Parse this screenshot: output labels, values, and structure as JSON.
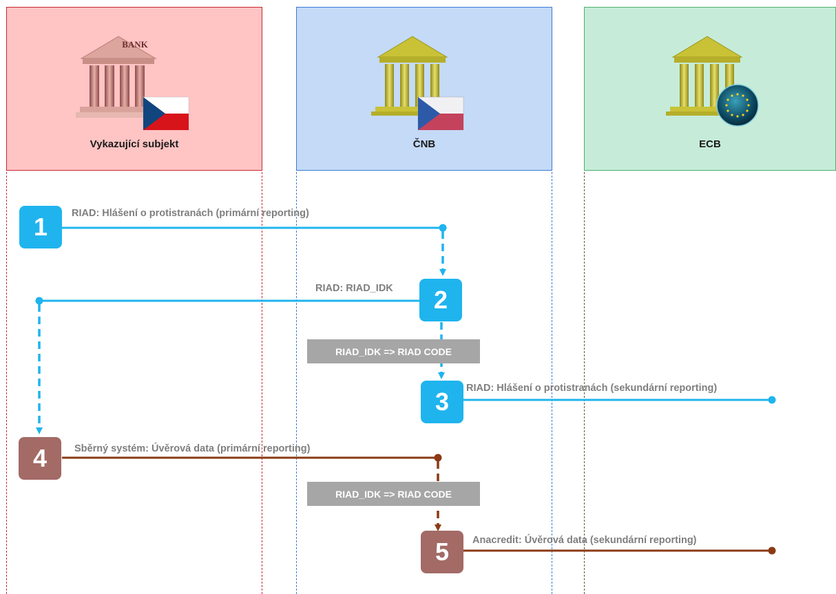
{
  "colors": {
    "riad_blue": "#1fb4ee",
    "credit_brown": "#8b3a14",
    "badge_brown": "#a36a66",
    "bank_panel_bg": "#ffc4c4",
    "bank_panel_border": "#c8282e",
    "cnb_panel_bg": "#c4daf7",
    "cnb_panel_border": "#3a7ad6",
    "ecb_panel_bg": "#c6ecd9",
    "ecb_panel_border": "#4caf6c",
    "transform_bg": "#a6a6a6"
  },
  "participants": [
    {
      "id": "bank",
      "label": "Vykazující subjekt",
      "logo_text": "BANK",
      "icon": "bank-building-icon"
    },
    {
      "id": "cnb",
      "label": "ČNB",
      "icon": "central-bank-building-icon"
    },
    {
      "id": "ecb",
      "label": "ECB",
      "icon": "eu-bank-building-icon"
    }
  ],
  "steps": [
    {
      "number": "1",
      "message": "RIAD: Hlášení o protistranách (primární reporting)"
    },
    {
      "number": "2",
      "message": "RIAD: RIAD_IDK"
    },
    {
      "number": "3",
      "message": "RIAD: Hlášení o protistranách (sekundární reporting)"
    },
    {
      "number": "4",
      "message": "Sběrný systém: Úvěrová data (primární reporting)"
    },
    {
      "number": "5",
      "message": "Anacredit: Úvěrová data (sekundární reporting)"
    }
  ],
  "transformations": [
    {
      "label": "RIAD_IDK => RIAD CODE"
    },
    {
      "label": "RIAD_IDK => RIAD CODE"
    }
  ]
}
